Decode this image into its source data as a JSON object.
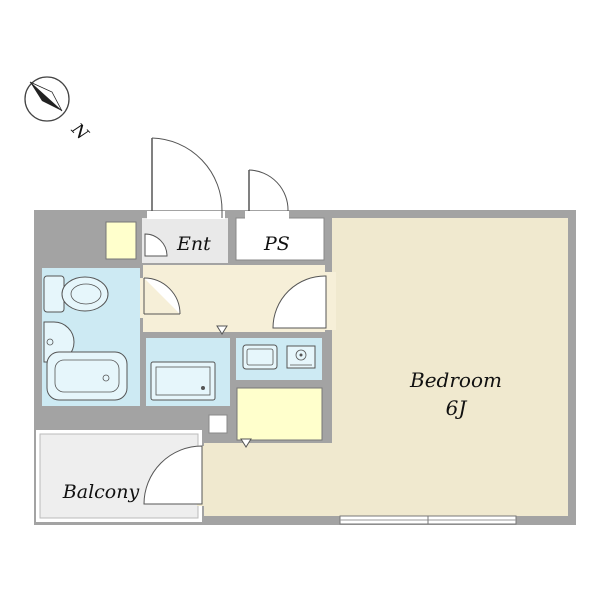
{
  "labels": {
    "entrance": "Ent",
    "pipe_space": "PS",
    "bedroom": "Bedroom",
    "bedroom_size": "6J",
    "balcony": "Balcony",
    "north": "N"
  },
  "colors": {
    "wall": "#a3a3a3",
    "bedroom_floor": "#f0e9cf",
    "corridor_floor": "#f6efd8",
    "wet_area": "#cdeaf3",
    "fixture": "#e6f6fb",
    "storage": "#ffffcc",
    "entrance_floor": "#e9e9e9",
    "balcony": "#eeeeee",
    "line": "#555555"
  },
  "icons": {
    "compass": "north-arrow-icon",
    "toilet": "toilet-icon",
    "washbasin": "washbasin-icon",
    "bathtub": "bathtub-icon",
    "washer": "washing-machine-pan-icon",
    "sink": "kitchen-sink-icon",
    "stove": "stove-icon"
  }
}
